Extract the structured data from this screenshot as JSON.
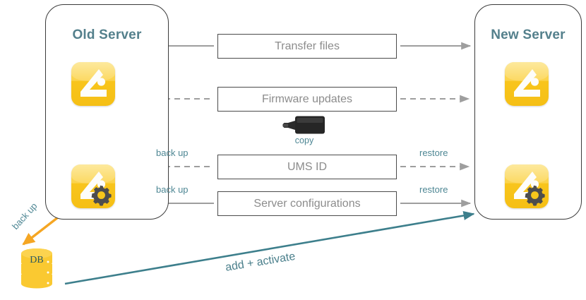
{
  "diagram": {
    "title_alt": "Server migration diagram",
    "colors": {
      "teal_text": "#4e8794",
      "panel_title": "#54808c",
      "box_text": "#8c8c8c",
      "gray_line": "#9e9e9e",
      "teal_arrow": "#3d7f8c",
      "orange_arrow": "#f5a623",
      "icon_yellow": "#f8c51c",
      "db_yellow": "#fac931",
      "usb_black": "#262626"
    }
  },
  "panels": {
    "old": {
      "title": "Old Server"
    },
    "new": {
      "title": "New Server"
    }
  },
  "rows": [
    {
      "label": "Transfer files",
      "left_caption": "",
      "right_caption": "",
      "style": "solid"
    },
    {
      "label": "Firmware updates",
      "left_caption": "",
      "right_caption": "",
      "style": "dashed"
    },
    {
      "label": "UMS ID",
      "left_caption": "back up",
      "right_caption": "restore",
      "style": "dashed"
    },
    {
      "label": "Server configurations",
      "left_caption": "back up",
      "right_caption": "restore",
      "style": "solid"
    }
  ],
  "usb": {
    "label": "copy",
    "icon": "usb-stick-icon"
  },
  "database": {
    "label": "DB",
    "backup_caption": "back up",
    "icon": "database-cylinder-icon"
  },
  "bottom_arrow": {
    "label": "add + activate"
  },
  "icons": {
    "app": "ums-app-icon",
    "app_config": "ums-app-config-icon",
    "arrow_up": "arrow-up-icon",
    "arrow_double": "arrow-double-vertical-icon",
    "arrow_down": "arrow-down-icon"
  }
}
